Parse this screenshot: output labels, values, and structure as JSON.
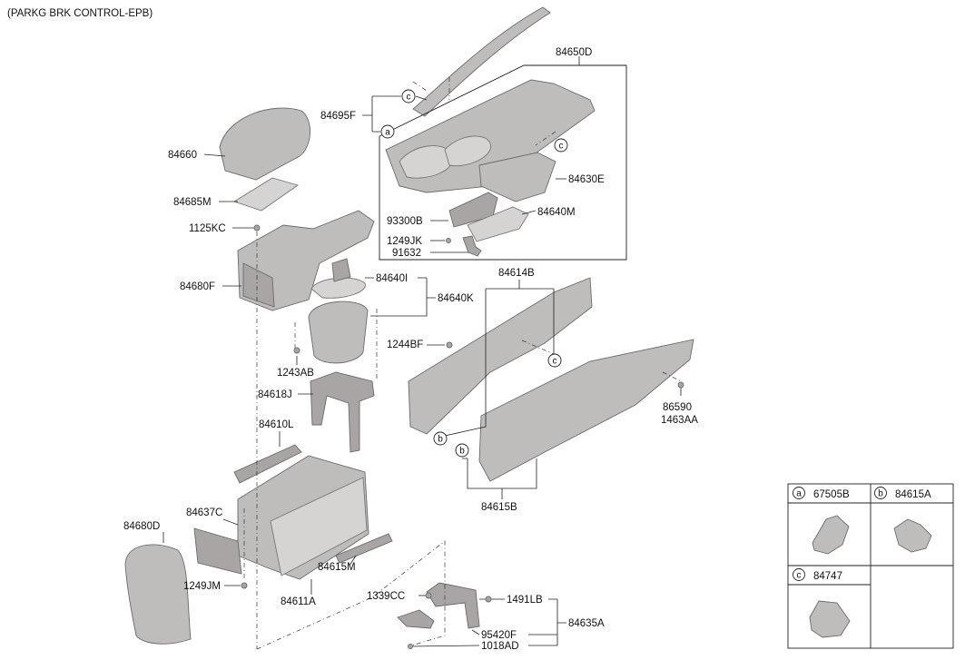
{
  "title": "(PARKG BRK CONTROL-EPB)",
  "labels": {
    "p84650D": "84650D",
    "p84695F": "84695F",
    "p84660": "84660",
    "p84685M": "84685M",
    "p1125KC": "1125KC",
    "p84680F": "84680F",
    "p84630E": "84630E",
    "p93300B": "93300B",
    "p84640M": "84640M",
    "p1249JK": "1249JK",
    "p91632": "91632",
    "p84614B": "84614B",
    "p84640I": "84640I",
    "p84640K": "84640K",
    "p1244BF": "1244BF",
    "p1243AB": "1243AB",
    "p84618J": "84618J",
    "p86590": "86590",
    "p1463AA": "1463AA",
    "p84610L": "84610L",
    "p84615B": "84615B",
    "p84637C": "84637C",
    "p84680D": "84680D",
    "p1249JM": "1249JM",
    "p84615M": "84615M",
    "p84611A": "84611A",
    "p1339CC": "1339CC",
    "p1491LB": "1491LB",
    "p84635A": "84635A",
    "p95420F": "95420F",
    "p1018AD": "1018AD"
  },
  "callouts": {
    "a": "a",
    "b": "b",
    "c": "c"
  },
  "legend": {
    "a_code": "67505B",
    "b_code": "84615A",
    "c_code": "84747"
  }
}
